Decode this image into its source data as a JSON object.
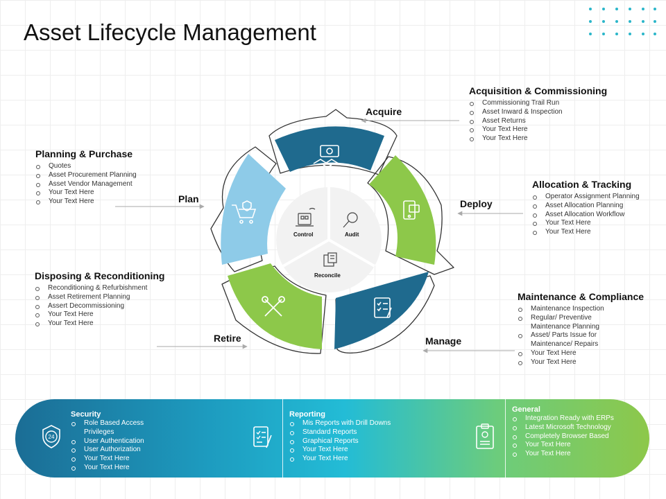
{
  "title": "Asset Lifecycle Management",
  "colors": {
    "dark_blue": "#1f6a8e",
    "green": "#8dc84a",
    "light_blue": "#8ecbe8",
    "hub": "#f2f2f2"
  },
  "stages": {
    "acquire": "Acquire",
    "deploy": "Deploy",
    "manage": "Manage",
    "retire": "Retire",
    "plan": "Plan"
  },
  "hub": {
    "control": "Control",
    "audit": "Audit",
    "reconcile": "Reconcile"
  },
  "blocks": {
    "acquisition": {
      "title": "Acquisition & Commissioning",
      "items": [
        "Commissioning Trail Run",
        "Asset Inward & Inspection",
        "Asset Returns",
        "Your Text Here",
        "Your Text Here"
      ]
    },
    "planning": {
      "title": "Planning & Purchase",
      "items": [
        "Quotes",
        "Asset Procurement Planning",
        "Asset Vendor Management",
        "Your Text Here",
        "Your Text Here"
      ]
    },
    "allocation": {
      "title": "Allocation & Tracking",
      "items": [
        "Operator Assignment Planning",
        "Asset Allocation Planning",
        "Asset Allocation Workflow",
        "Your Text Here",
        "Your Text Here"
      ]
    },
    "disposing": {
      "title": "Disposing & Reconditioning",
      "items": [
        "Reconditioning & Refurbishment",
        "Asset Retirement Planning",
        "Assert Decommissioning",
        "Your Text Here",
        "Your Text Here"
      ]
    },
    "maintenance": {
      "title": "Maintenance & Compliance",
      "items": [
        "Maintenance Inspection",
        "Regular/ Preventive Maintenance Planning",
        "Asset/ Parts Issue for Maintenance/ Repairs",
        "Your Text Here",
        "Your Text Here"
      ]
    }
  },
  "band": {
    "security": {
      "title": "Security",
      "items": [
        "Role Based Access Privileges",
        "User Authentication",
        "User Authorization",
        "Your Text Here",
        "Your Text Here"
      ]
    },
    "reporting": {
      "title": "Reporting",
      "items": [
        "Mis Reports with Drill Downs",
        "Standard Reports",
        "Graphical Reports",
        "Your Text Here",
        "Your Text Here"
      ]
    },
    "general": {
      "title": "General",
      "items": [
        "Integration Ready with ERPs",
        "Latest Microsoft Technology",
        "Completely Browser Based",
        "Your Text Here",
        "Your Text Here"
      ]
    }
  }
}
